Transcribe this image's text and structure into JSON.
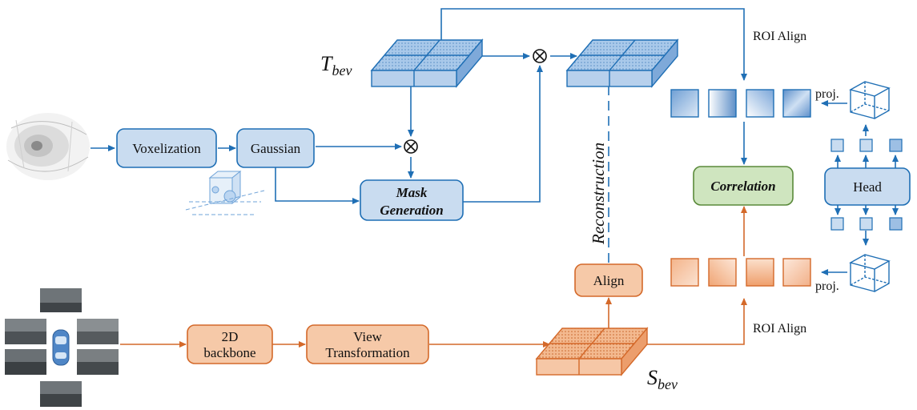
{
  "teacher": {
    "voxelization": "Voxelization",
    "gaussian": "Gaussian",
    "mask_generation_line1": "Mask",
    "mask_generation_line2": "Generation",
    "tbev_main": "T",
    "tbev_sub": "bev"
  },
  "student": {
    "backbone_line1": "2D",
    "backbone_line2": "backbone",
    "view_line1": "View",
    "view_line2": "Transformation",
    "align": "Align",
    "sbev_main": "S",
    "sbev_sub": "bev"
  },
  "fusion": {
    "reconstruction": "Reconstruction",
    "correlation": "Correlation",
    "roi_align_top": "ROI Align",
    "roi_align_bottom": "ROI Align",
    "head": "Head",
    "proj_top": "proj.",
    "proj_bottom": "proj.",
    "multiply_symbol": "⊗"
  },
  "colors": {
    "blue_stroke": "#1f6fb5",
    "blue_fill": "#c9dcf0",
    "orange_stroke": "#d4692a",
    "orange_fill": "#f6c9a8",
    "green_fill": "#cfe5bf",
    "green_stroke": "#5a8a3a"
  }
}
